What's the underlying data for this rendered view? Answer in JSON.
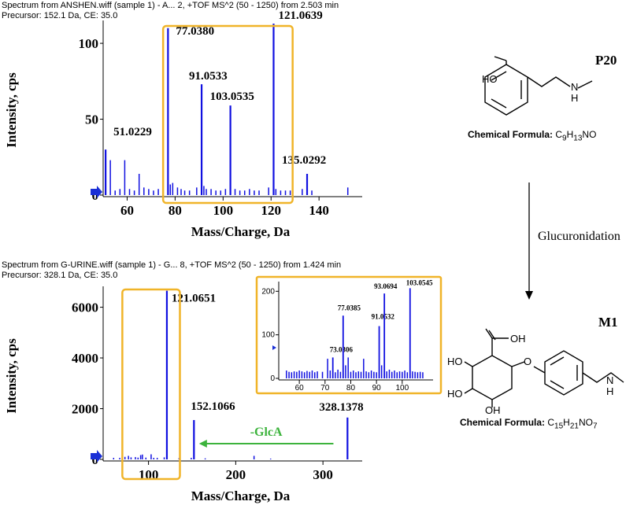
{
  "spectra": [
    {
      "header1": "Spectrum from ANSHEN.wiff (sample 1) - A... 2, +TOF MS^2 (50 - 1250) from 2.503 min",
      "header2": "Precursor: 152.1 Da, CE: 35.0"
    },
    {
      "header1": "Spectrum from G-URINE.wiff (sample 1) - G... 8, +TOF MS^2 (50 - 1250) from 1.424 min",
      "header2": "Precursor: 328.1 Da, CE: 35.0"
    }
  ],
  "chart_data": [
    {
      "type": "bar",
      "xlabel": "Mass/Charge, Da",
      "ylabel": "Intensity, cps",
      "xlim": [
        50,
        158
      ],
      "ylim": [
        0,
        113
      ],
      "xticks": [
        60,
        80,
        100,
        120,
        140
      ],
      "yticks": [
        0,
        50,
        100
      ],
      "labeled_peaks": [
        {
          "mz": 51.0229,
          "intensity": 30,
          "label": "51.0229"
        },
        {
          "mz": 77.038,
          "intensity": 110,
          "label": "77.0380"
        },
        {
          "mz": 91.0533,
          "intensity": 73,
          "label": "91.0533"
        },
        {
          "mz": 103.0535,
          "intensity": 59,
          "label": "103.0535"
        },
        {
          "mz": 121.0639,
          "intensity": 113,
          "label": "121.0639"
        },
        {
          "mz": 135.0292,
          "intensity": 14,
          "label": "135.0292"
        }
      ],
      "minor_peaks": [
        {
          "mz": 53,
          "intensity": 23
        },
        {
          "mz": 55,
          "intensity": 3
        },
        {
          "mz": 57,
          "intensity": 4
        },
        {
          "mz": 59,
          "intensity": 23
        },
        {
          "mz": 61,
          "intensity": 4
        },
        {
          "mz": 63,
          "intensity": 3
        },
        {
          "mz": 65,
          "intensity": 14
        },
        {
          "mz": 67,
          "intensity": 5
        },
        {
          "mz": 69,
          "intensity": 4
        },
        {
          "mz": 71,
          "intensity": 3
        },
        {
          "mz": 73,
          "intensity": 4
        },
        {
          "mz": 75,
          "intensity": 5
        },
        {
          "mz": 78,
          "intensity": 7
        },
        {
          "mz": 79,
          "intensity": 8
        },
        {
          "mz": 81,
          "intensity": 5
        },
        {
          "mz": 82.5,
          "intensity": 4
        },
        {
          "mz": 84,
          "intensity": 3
        },
        {
          "mz": 86,
          "intensity": 3
        },
        {
          "mz": 89,
          "intensity": 5
        },
        {
          "mz": 92,
          "intensity": 6
        },
        {
          "mz": 93,
          "intensity": 4
        },
        {
          "mz": 95,
          "intensity": 4
        },
        {
          "mz": 97,
          "intensity": 3
        },
        {
          "mz": 99,
          "intensity": 3
        },
        {
          "mz": 101,
          "intensity": 4
        },
        {
          "mz": 105,
          "intensity": 4
        },
        {
          "mz": 107,
          "intensity": 3
        },
        {
          "mz": 109,
          "intensity": 3
        },
        {
          "mz": 111,
          "intensity": 4
        },
        {
          "mz": 113,
          "intensity": 3
        },
        {
          "mz": 115,
          "intensity": 3
        },
        {
          "mz": 119,
          "intensity": 5
        },
        {
          "mz": 122,
          "intensity": 4
        },
        {
          "mz": 124,
          "intensity": 3
        },
        {
          "mz": 126,
          "intensity": 3
        },
        {
          "mz": 128,
          "intensity": 3
        },
        {
          "mz": 133,
          "intensity": 4
        },
        {
          "mz": 137,
          "intensity": 3
        },
        {
          "mz": 152,
          "intensity": 5
        }
      ],
      "highlight_box_mz": [
        75,
        129
      ]
    },
    {
      "type": "bar",
      "xlabel": "Mass/Charge, Da",
      "ylabel": "Intensity, cps",
      "xlim": [
        48,
        345
      ],
      "ylim": [
        0,
        6700
      ],
      "xticks": [
        100,
        200,
        300
      ],
      "yticks": [
        0,
        2000,
        4000,
        6000
      ],
      "labeled_peaks": [
        {
          "mz": 121.0651,
          "intensity": 6650,
          "label": "121.0651"
        },
        {
          "mz": 152.1066,
          "intensity": 1550,
          "label": "152.1066"
        },
        {
          "mz": 328.1378,
          "intensity": 1650,
          "label": "328.1378"
        }
      ],
      "minor_peaks": [
        {
          "mz": 60,
          "intensity": 60
        },
        {
          "mz": 67,
          "intensity": 60
        },
        {
          "mz": 73,
          "intensity": 100
        },
        {
          "mz": 77,
          "intensity": 140
        },
        {
          "mz": 80,
          "intensity": 80
        },
        {
          "mz": 85,
          "intensity": 90
        },
        {
          "mz": 88,
          "intensity": 70
        },
        {
          "mz": 91,
          "intensity": 170
        },
        {
          "mz": 93,
          "intensity": 190
        },
        {
          "mz": 97,
          "intensity": 70
        },
        {
          "mz": 103,
          "intensity": 200
        },
        {
          "mz": 106,
          "intensity": 60
        },
        {
          "mz": 110,
          "intensity": 60
        },
        {
          "mz": 118,
          "intensity": 80
        },
        {
          "mz": 135,
          "intensity": 50
        },
        {
          "mz": 149,
          "intensity": 60
        },
        {
          "mz": 165,
          "intensity": 40
        },
        {
          "mz": 221,
          "intensity": 140
        },
        {
          "mz": 240,
          "intensity": 30
        }
      ],
      "highlight_box_mz": [
        70,
        136
      ],
      "arrow_label": "-GlcA",
      "arrow_mz": [
        312,
        158
      ]
    },
    {
      "type": "bar",
      "xlim": [
        52,
        112
      ],
      "ylim": [
        0,
        215
      ],
      "xticks": [
        60,
        70,
        80,
        90,
        100
      ],
      "yticks": [
        0,
        100,
        200
      ],
      "labeled_peaks": [
        {
          "mz": 73.0306,
          "intensity": 48,
          "label": "73.0306"
        },
        {
          "mz": 77.0385,
          "intensity": 144,
          "label": "77.0385"
        },
        {
          "mz": 91.0532,
          "intensity": 120,
          "label": "91.0532"
        },
        {
          "mz": 93.0694,
          "intensity": 195,
          "label": "93.0694"
        },
        {
          "mz": 103.0545,
          "intensity": 207,
          "label": "103.0545"
        }
      ],
      "minor_peaks": [
        {
          "mz": 55,
          "intensity": 18
        },
        {
          "mz": 56,
          "intensity": 15
        },
        {
          "mz": 57,
          "intensity": 14
        },
        {
          "mz": 58,
          "intensity": 16
        },
        {
          "mz": 59,
          "intensity": 15
        },
        {
          "mz": 60,
          "intensity": 18
        },
        {
          "mz": 61,
          "intensity": 16
        },
        {
          "mz": 62,
          "intensity": 14
        },
        {
          "mz": 63,
          "intensity": 17
        },
        {
          "mz": 64,
          "intensity": 15
        },
        {
          "mz": 65,
          "intensity": 18
        },
        {
          "mz": 66,
          "intensity": 14
        },
        {
          "mz": 67,
          "intensity": 16
        },
        {
          "mz": 69,
          "intensity": 15
        },
        {
          "mz": 71,
          "intensity": 45
        },
        {
          "mz": 72,
          "intensity": 18
        },
        {
          "mz": 74,
          "intensity": 14
        },
        {
          "mz": 75,
          "intensity": 20
        },
        {
          "mz": 76,
          "intensity": 15
        },
        {
          "mz": 78,
          "intensity": 30
        },
        {
          "mz": 79,
          "intensity": 48
        },
        {
          "mz": 80,
          "intensity": 15
        },
        {
          "mz": 81,
          "intensity": 18
        },
        {
          "mz": 82,
          "intensity": 14
        },
        {
          "mz": 83,
          "intensity": 16
        },
        {
          "mz": 84,
          "intensity": 15
        },
        {
          "mz": 85,
          "intensity": 45
        },
        {
          "mz": 86,
          "intensity": 16
        },
        {
          "mz": 87,
          "intensity": 14
        },
        {
          "mz": 88,
          "intensity": 18
        },
        {
          "mz": 89,
          "intensity": 15
        },
        {
          "mz": 90,
          "intensity": 14
        },
        {
          "mz": 92,
          "intensity": 30
        },
        {
          "mz": 94,
          "intensity": 16
        },
        {
          "mz": 95,
          "intensity": 20
        },
        {
          "mz": 96,
          "intensity": 15
        },
        {
          "mz": 97,
          "intensity": 18
        },
        {
          "mz": 98,
          "intensity": 14
        },
        {
          "mz": 99,
          "intensity": 16
        },
        {
          "mz": 100,
          "intensity": 15
        },
        {
          "mz": 101,
          "intensity": 18
        },
        {
          "mz": 102,
          "intensity": 14
        },
        {
          "mz": 104,
          "intensity": 16
        },
        {
          "mz": 105,
          "intensity": 15
        },
        {
          "mz": 106,
          "intensity": 14
        },
        {
          "mz": 107,
          "intensity": 15
        },
        {
          "mz": 108,
          "intensity": 14
        }
      ]
    }
  ],
  "scheme": {
    "p20": {
      "name": "P20",
      "ho": "HO",
      "n": "N",
      "h": "H",
      "formula_label": "Chemical Formula:",
      "formula": [
        "C",
        "9",
        "H",
        "13",
        "NO"
      ]
    },
    "arrow_label": "Glucuronidation",
    "m1": {
      "name": "M1",
      "ho": "HO",
      "oh": "OH",
      "o": "O",
      "n": "N",
      "h": "H",
      "formula_label": "Chemical Formula:",
      "formula": [
        "C",
        "15",
        "H",
        "21",
        "NO",
        "7"
      ]
    }
  },
  "colors": {
    "peak": "#1010e0",
    "box": "#f0b429",
    "arrow": "#3cb33c",
    "marker": "#1a2fd6"
  }
}
